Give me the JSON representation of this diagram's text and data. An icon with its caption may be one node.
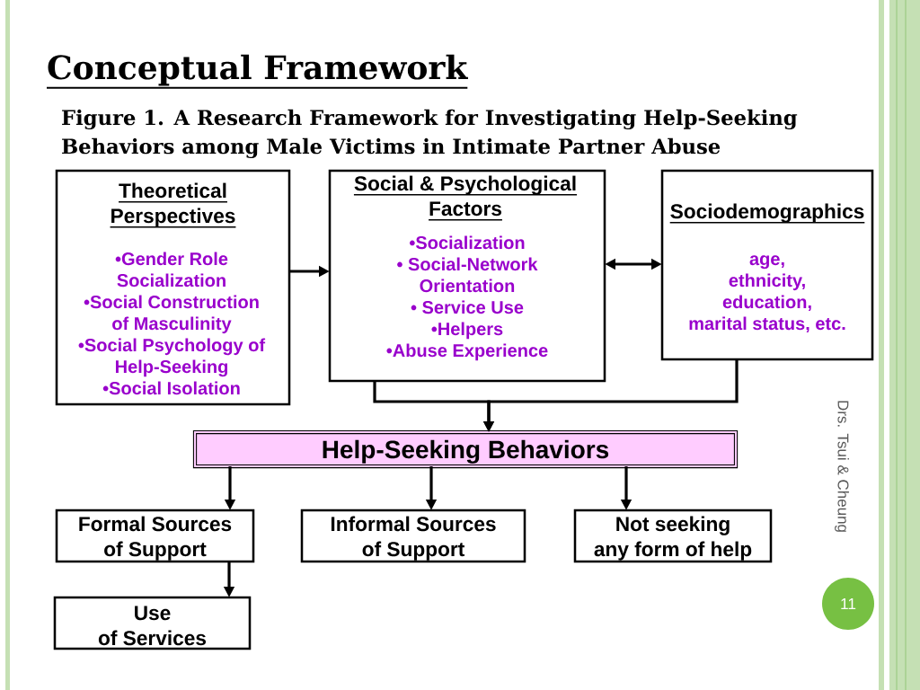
{
  "diagram": {
    "title": "Conceptual Framework",
    "caption": "Figure 1. A Research Framework for Investigating Help-Seeking Behaviors among Male Victims in Intimate Partner Abuse",
    "nodes": [
      {
        "text": [
          "Theoretical Perspectives",
          "•Gender Role Socialization",
          "•Social Construction of Masculinity",
          "•Social Psychology of Help-Seeking",
          "•Social Isolation"
        ]
      },
      {
        "text": [
          "Social & Psychological Factors",
          "•Socialization",
          "• Social-Network Orientation",
          "• Service Use",
          "•Helpers",
          "•Abuse Experience"
        ]
      },
      {
        "text": [
          "Sociodemographics",
          "age,",
          "ethnicity,",
          "education,",
          "marital status, etc."
        ]
      },
      {
        "text": [
          "Help-Seeking Behaviors"
        ]
      },
      {
        "text": [
          "Formal Sources of Support"
        ]
      },
      {
        "text": [
          "Informal Sources of Support"
        ]
      },
      {
        "text": [
          "Not seeking any form of help"
        ]
      },
      {
        "text": [
          "Use of Services"
        ]
      },
      {
        "text": [
          "11"
        ]
      }
    ],
    "edges": [
      {
        "from": 0,
        "to": 1,
        "arrow": "to"
      },
      {
        "from": 1,
        "to": 2,
        "arrow": "both"
      },
      {
        "from": 1,
        "to": 3,
        "arrow": "to"
      },
      {
        "from": 2,
        "to": 3,
        "arrow": "to"
      },
      {
        "from": 3,
        "to": 4,
        "arrow": "to"
      },
      {
        "from": 3,
        "to": 5,
        "arrow": "to"
      },
      {
        "from": 3,
        "to": 6,
        "arrow": "to"
      },
      {
        "from": 4,
        "to": 7,
        "arrow": "to"
      }
    ],
    "labels": [
      "Drs. Tsui & Cheung"
    ]
  }
}
